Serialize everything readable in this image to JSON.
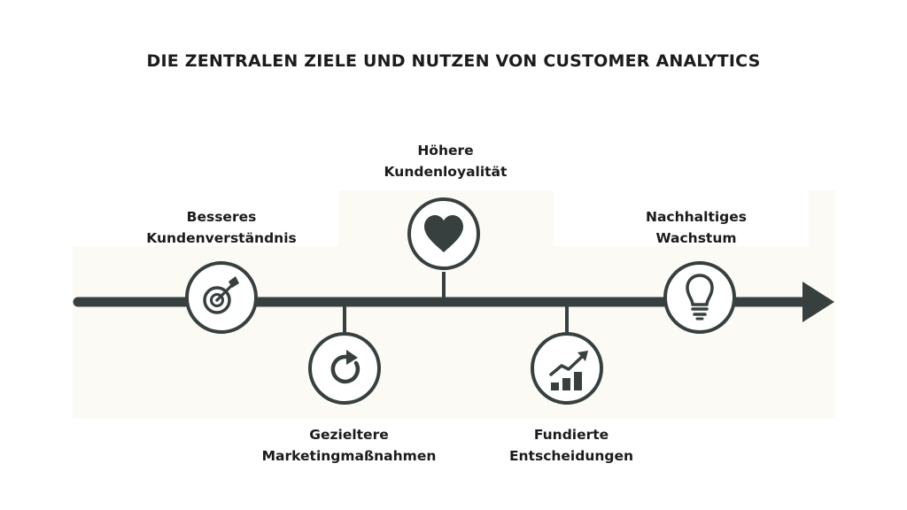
{
  "title": "DIE ZENTRALEN ZIELE UND NUTZEN VON CUSTOMER ANALYTICS",
  "colors": {
    "line": "#37403f",
    "background_band": "#fbfaf4",
    "text": "#1b1b1b"
  },
  "milestones": [
    {
      "id": "kundenverstaendnis",
      "line1": "Besseres",
      "line2": "Kundenverständnis",
      "icon": "target-icon",
      "side": "above"
    },
    {
      "id": "marketingmassnahmen",
      "line1": "Gezieltere",
      "line2": "Marketingmaßnahmen",
      "icon": "refresh-icon",
      "side": "below"
    },
    {
      "id": "kundenloyalitaet",
      "line1": "Höhere",
      "line2": "Kundenloyalität",
      "icon": "heart-icon",
      "side": "above"
    },
    {
      "id": "entscheidungen",
      "line1": "Fundierte",
      "line2": "Entscheidungen",
      "icon": "growth-chart-icon",
      "side": "below"
    },
    {
      "id": "wachstum",
      "line1": "Nachhaltiges",
      "line2": "Wachstum",
      "icon": "lightbulb-icon",
      "side": "above"
    }
  ]
}
